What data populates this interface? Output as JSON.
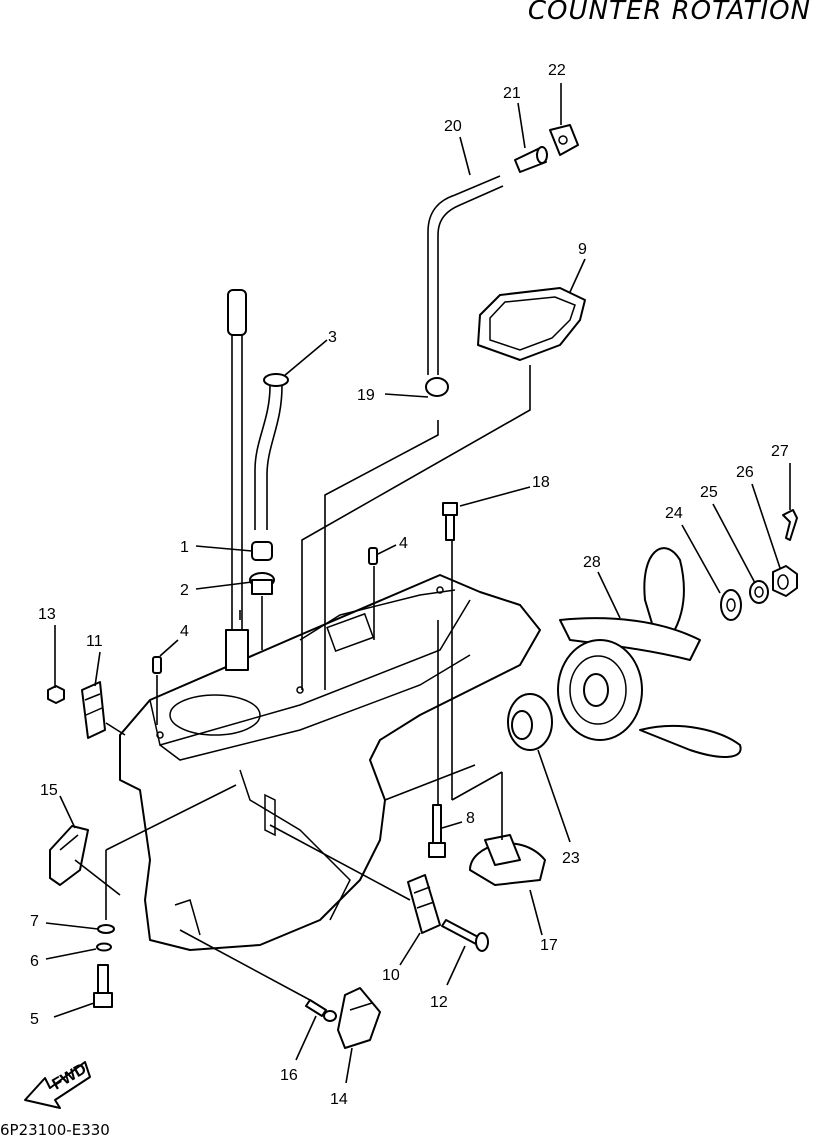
{
  "header": {
    "title": "COUNTER ROTATION"
  },
  "footer": {
    "diagram_code": "6P23100-E330"
  },
  "fwd_label": "FWD",
  "callouts": {
    "c1": "1",
    "c2": "2",
    "c3": "3",
    "c4a": "4",
    "c4b": "4",
    "c5": "5",
    "c6": "6",
    "c7": "7",
    "c8": "8",
    "c9": "9",
    "c10": "10",
    "c11": "11",
    "c12": "12",
    "c13": "13",
    "c14": "14",
    "c15": "15",
    "c16": "16",
    "c17": "17",
    "c18": "18",
    "c19": "19",
    "c20": "20",
    "c21": "21",
    "c22": "22",
    "c23": "23",
    "c24": "24",
    "c25": "25",
    "c26": "26",
    "c27": "27",
    "c28": "28"
  }
}
